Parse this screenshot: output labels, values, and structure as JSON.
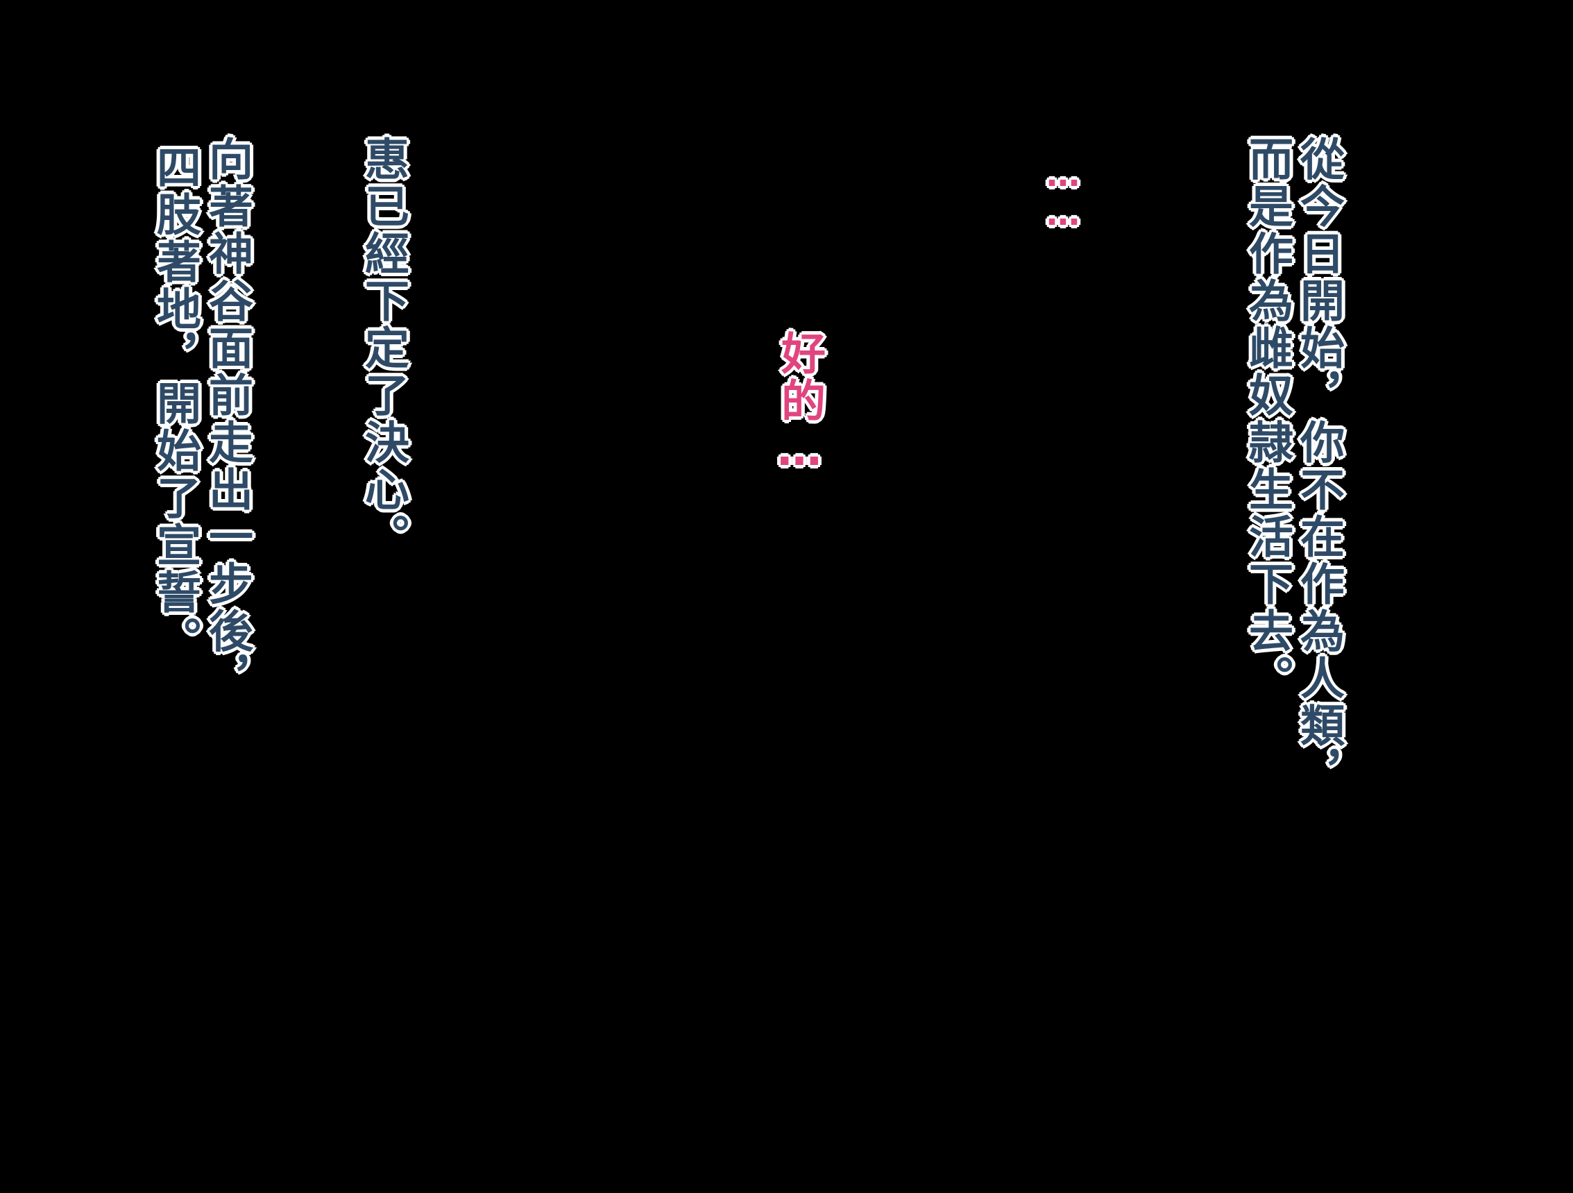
{
  "colors": {
    "background": "#000000",
    "narration_text": "#2e4a66",
    "dialogue_text": "#e0457f",
    "outline": "#ffffff"
  },
  "text": {
    "right_col_1": "從今日開始，你不在作為人類，",
    "right_col_2": "而是作為雌奴隷生活下去。",
    "ellipsis": "……",
    "dialogue": "好的…",
    "middle_col": "惠已經下定了決心。",
    "left_col_1": "向著神谷面前走出一步後，",
    "left_col_2": "四肢著地，開始了宣誓。"
  }
}
